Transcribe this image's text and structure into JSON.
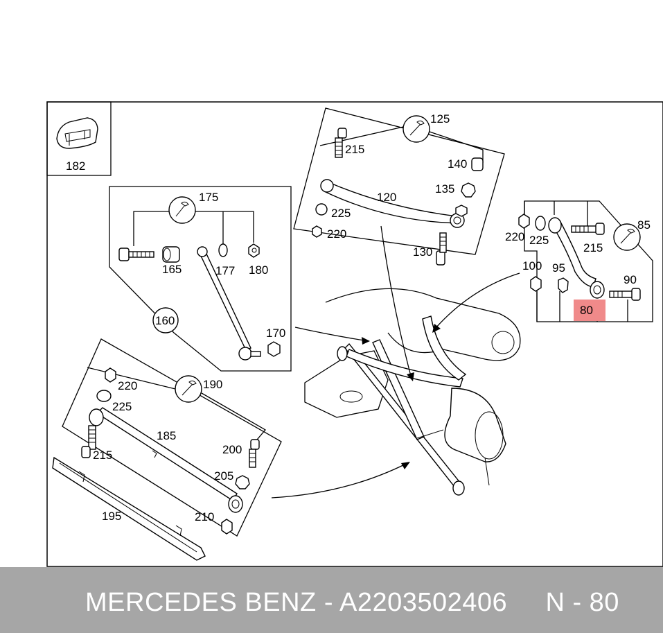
{
  "footer": {
    "brand": "MERCEDES BENZ",
    "separator": "-",
    "part_number": "A2203502406",
    "position_label": "N - 80"
  },
  "highlight_color": "#f08a8a",
  "labels": {
    "p182": "182",
    "p175": "175",
    "p165": "165",
    "p177": "177",
    "p180": "180",
    "p160": "160",
    "p170": "170",
    "p125": "125",
    "p215a": "215",
    "p140": "140",
    "p135": "135",
    "p120": "120",
    "p225a": "225",
    "p220a": "220",
    "p130": "130",
    "p85": "85",
    "p220b": "220",
    "p225b": "225",
    "p215b": "215",
    "p100": "100",
    "p95": "95",
    "p90": "90",
    "p80": "80",
    "p190": "190",
    "p220c": "220",
    "p225c": "225",
    "p185": "185",
    "p215c": "215",
    "p200": "200",
    "p205": "205",
    "p210": "210",
    "p195": "195"
  }
}
